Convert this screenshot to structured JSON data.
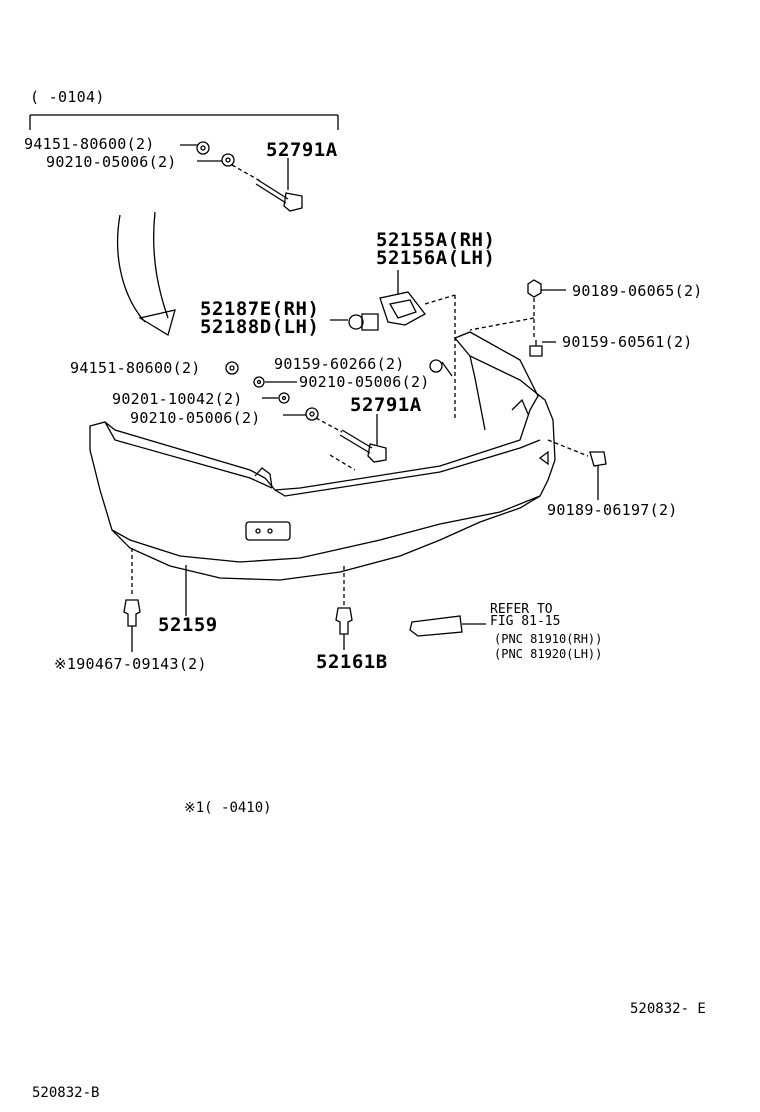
{
  "labels": {
    "range_top": "(       -0104)",
    "p94151_top": "94151-80600(2)",
    "p90210_top": "90210-05006(2)",
    "p52791a_top": "52791A",
    "p52155a": "52155A(RH)",
    "p52156a": "52156A(LH)",
    "p52187e": "52187E(RH)",
    "p52188d": "52188D(LH)",
    "p90189_06065": "90189-06065(2)",
    "p90159_60561": "90159-60561(2)",
    "p94151_mid": "94151-80600(2)",
    "p90159_60266": "90159-60266(2)",
    "p90210_mid_right": "90210-05006(2)",
    "p90201": "90201-10042(2)",
    "p90210_mid_left": "90210-05006(2)",
    "p52791a_mid": "52791A",
    "p90189_06197": "90189-06197(2)",
    "p52159": "52159",
    "p190467": "※190467-09143(2)",
    "p52161b": "52161B",
    "refer_to": "REFER TO",
    "fig": "FIG 81-15",
    "pnc_rh": "(PNC 81910(RH))",
    "pnc_lh": "(PNC 81920(LH))",
    "footnote": "※1(       -0410)",
    "code_right": "520832- E",
    "code_bottom": "520832-B"
  }
}
